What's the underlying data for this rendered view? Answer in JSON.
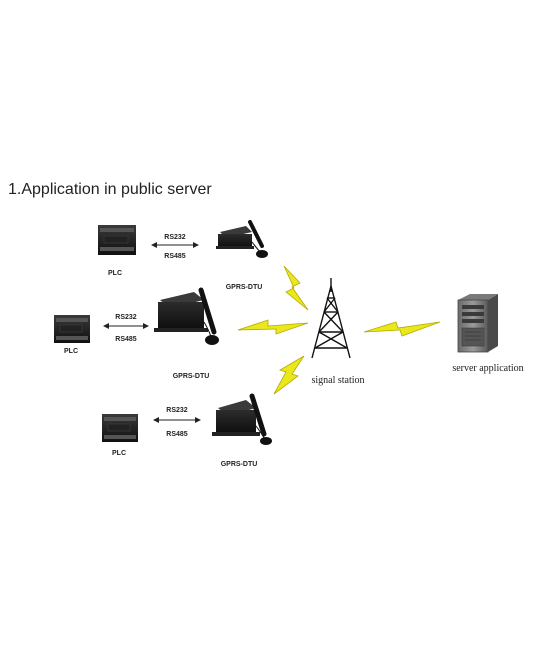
{
  "heading": "1.Application in public server",
  "diagram": {
    "rows": [
      {
        "plc_label": "PLC",
        "link_top": "RS232",
        "link_bottom": "RS485",
        "dtu_label": "GPRS-DTU"
      },
      {
        "plc_label": "PLC",
        "link_top": "RS232",
        "link_bottom": "RS485",
        "dtu_label": "GPRS-DTU"
      },
      {
        "plc_label": "PLC",
        "link_top": "RS232",
        "link_bottom": "RS485",
        "dtu_label": "GPRS-DTU"
      }
    ],
    "tower_label": "signal station",
    "server_label": "server application",
    "lightning_color": "#e8e81a",
    "device_color": "#1b1b1b"
  }
}
